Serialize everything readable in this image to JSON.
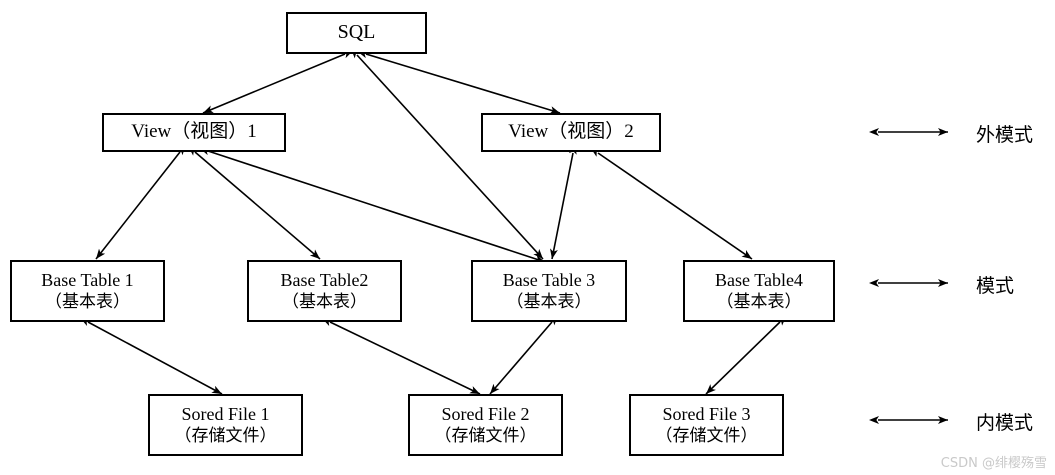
{
  "diagram": {
    "title": "SQL three-level schema architecture",
    "stroke_color": "#000000",
    "background_color": "#ffffff",
    "watermark": "CSDN @绯樱殇雪"
  },
  "nodes": {
    "sql": {
      "label": "SQL"
    },
    "view1": {
      "label": "View（视图）1"
    },
    "view2": {
      "label": "View（视图）2"
    },
    "base1": {
      "line1": "Base Table 1",
      "line2": "（基本表）"
    },
    "base2": {
      "line1": "Base Table2",
      "line2": "（基本表）"
    },
    "base3": {
      "line1": "Base Table 3",
      "line2": "（基本表）"
    },
    "base4": {
      "line1": "Base Table4",
      "line2": "（基本表）"
    },
    "file1": {
      "line1": "Sored File 1",
      "line2": "（存储文件）"
    },
    "file2": {
      "line1": "Sored File 2",
      "line2": "（存储文件）"
    },
    "file3": {
      "line1": "Sored File 3",
      "line2": "（存储文件）"
    }
  },
  "schema_labels": {
    "external": "外模式",
    "conceptual": "模式",
    "internal": "内模式"
  },
  "edges": [
    {
      "from": "sql",
      "to": "view1"
    },
    {
      "from": "sql",
      "to": "view2"
    },
    {
      "from": "sql",
      "to": "base3"
    },
    {
      "from": "view1",
      "to": "base1"
    },
    {
      "from": "view1",
      "to": "base2"
    },
    {
      "from": "view1",
      "to": "base3"
    },
    {
      "from": "view2",
      "to": "base3"
    },
    {
      "from": "view2",
      "to": "base4"
    },
    {
      "from": "base1",
      "to": "file1"
    },
    {
      "from": "base2",
      "to": "file2"
    },
    {
      "from": "base3",
      "to": "file2"
    },
    {
      "from": "base4",
      "to": "file3"
    }
  ]
}
